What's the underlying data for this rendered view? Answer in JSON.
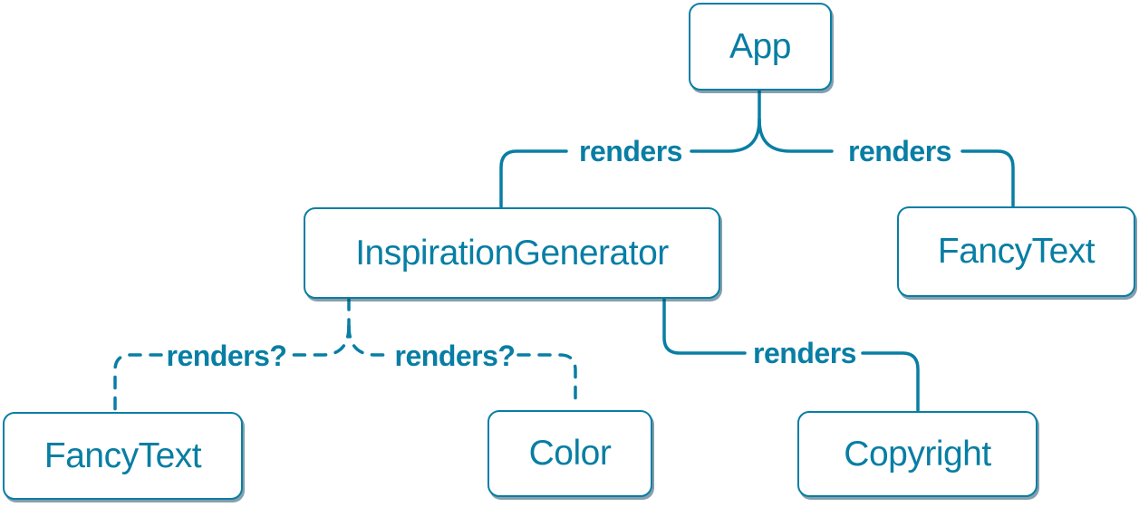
{
  "diagram": {
    "kind": "component-render-tree",
    "colors": {
      "accent": "#087ea4",
      "box_background": "#ffffff",
      "box_shadow": "rgba(13,63,90,0.5)"
    },
    "nodes": [
      {
        "id": "app",
        "label": "App"
      },
      {
        "id": "inspiration-generator",
        "label": "InspirationGenerator"
      },
      {
        "id": "fancy-text-top",
        "label": "FancyText"
      },
      {
        "id": "fancy-text-bottom",
        "label": "FancyText"
      },
      {
        "id": "color",
        "label": "Color"
      },
      {
        "id": "copyright",
        "label": "Copyright"
      }
    ],
    "edges": [
      {
        "from": "App",
        "to": "InspirationGenerator",
        "label": "renders",
        "style": "solid"
      },
      {
        "from": "App",
        "to": "FancyText",
        "label": "renders",
        "style": "solid"
      },
      {
        "from": "InspirationGenerator",
        "to": "FancyText",
        "label": "renders?",
        "style": "dashed"
      },
      {
        "from": "InspirationGenerator",
        "to": "Color",
        "label": "renders?",
        "style": "dashed"
      },
      {
        "from": "InspirationGenerator",
        "to": "Copyright",
        "label": "renders",
        "style": "solid"
      }
    ]
  }
}
